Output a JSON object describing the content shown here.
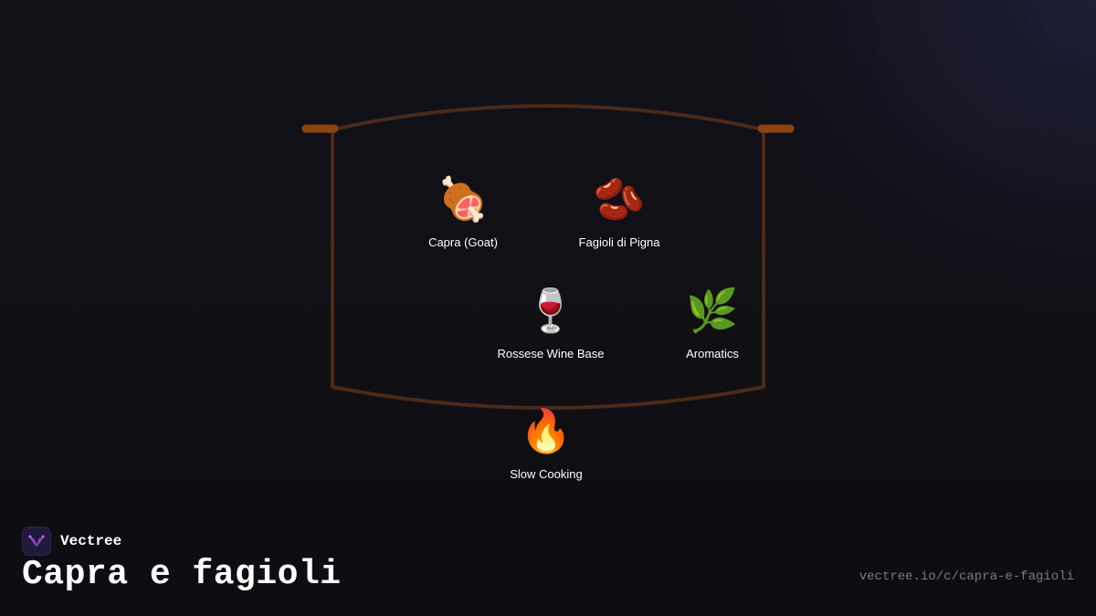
{
  "diagram": {
    "ingredients": [
      {
        "label": "Capra (Goat)",
        "icon": "meat-on-bone-icon",
        "glyph": "🍖"
      },
      {
        "label": "Fagioli di Pigna",
        "icon": "beans-icon",
        "glyph": "🫘"
      },
      {
        "label": "Rossese Wine Base",
        "icon": "wine-glass-icon",
        "glyph": "🍷"
      },
      {
        "label": "Aromatics",
        "icon": "herb-icon",
        "glyph": "🌿"
      }
    ],
    "heat": {
      "label": "Slow Cooking",
      "icon": "fire-icon",
      "glyph": "🔥"
    }
  },
  "brand": {
    "name": "Vectree",
    "logo_icon": "vectree-logo-icon"
  },
  "title": "Capra e fagioli",
  "url": "vectree.io/c/capra-e-fagioli",
  "colors": {
    "background": "#0f0f14",
    "pot_outline": "#4a2a18",
    "pot_handles": "#8b4513",
    "text": "#ffffff",
    "url_text": "#7a7a85",
    "logo_accent": "#b04ad8"
  }
}
